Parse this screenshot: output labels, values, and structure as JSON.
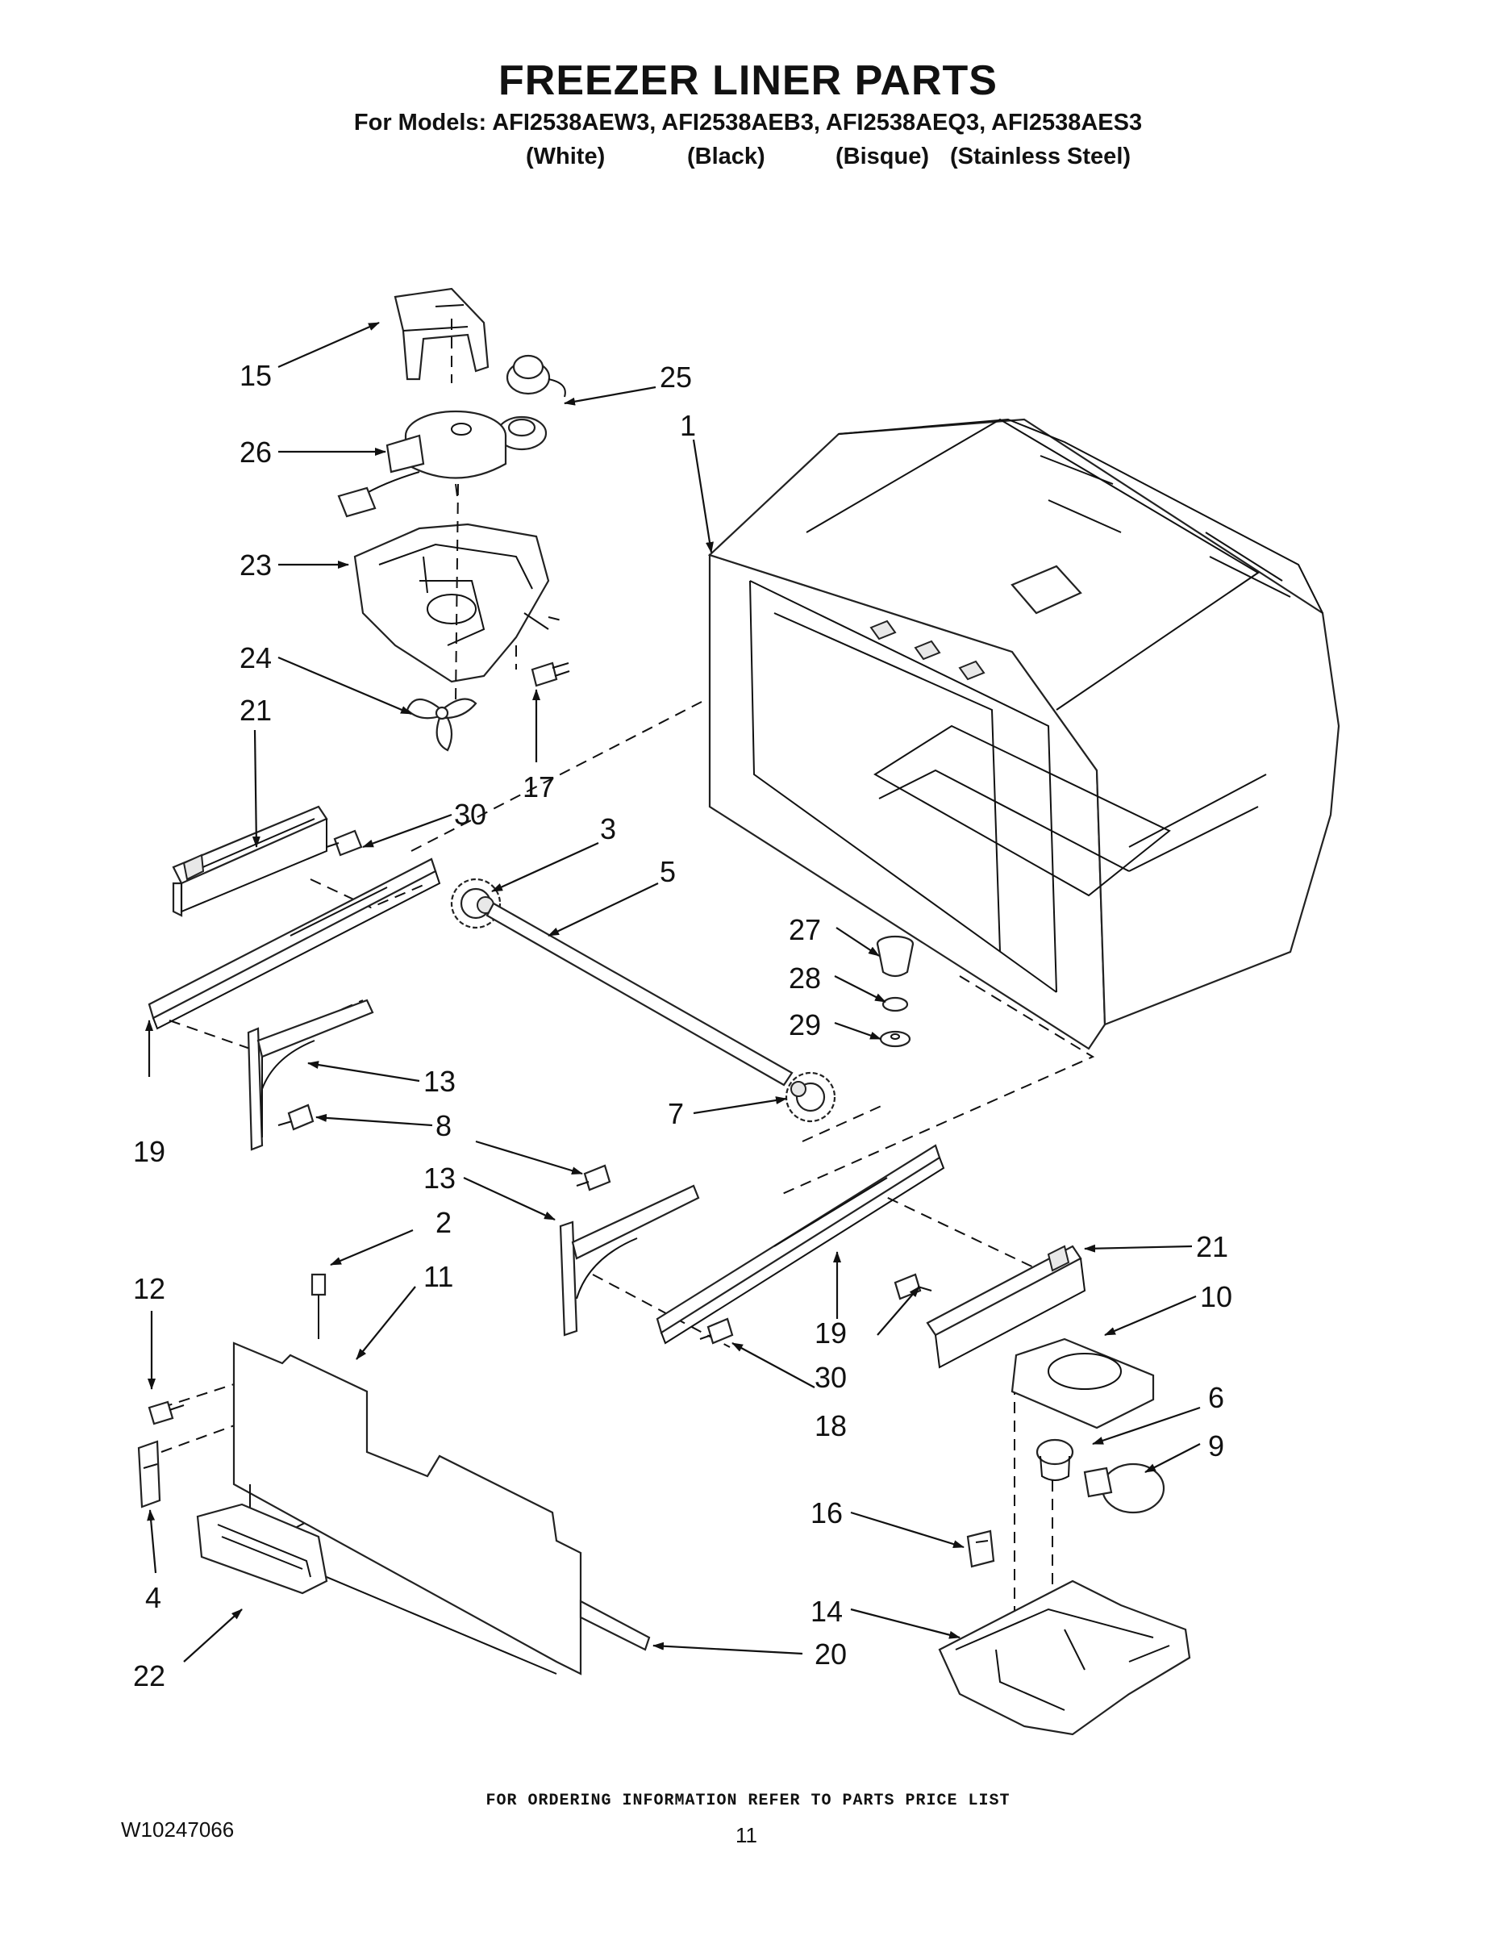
{
  "header": {
    "title": "FREEZER LINER PARTS",
    "models_line": "For Models: AFI2538AEW3, AFI2538AEB3, AFI2538AEQ3, AFI2538AES3",
    "color_white": "(White)",
    "color_black": "(Black)",
    "color_bisque": "(Bisque)",
    "color_stainless": "(Stainless Steel)"
  },
  "callouts": {
    "c1": "1",
    "c2": "2",
    "c3": "3",
    "c4": "4",
    "c5": "5",
    "c6": "6",
    "c7": "7",
    "c8": "8",
    "c9": "9",
    "c10": "10",
    "c11": "11",
    "c12": "12",
    "c13a": "13",
    "c13b": "13",
    "c14": "14",
    "c15": "15",
    "c16": "16",
    "c17": "17",
    "c18": "18",
    "c19a": "19",
    "c19b": "19",
    "c20": "20",
    "c21a": "21",
    "c21b": "21",
    "c22": "22",
    "c23": "23",
    "c24": "24",
    "c25": "25",
    "c26": "26",
    "c27": "27",
    "c28": "28",
    "c29": "29",
    "c30a": "30",
    "c30b": "30"
  },
  "footer": {
    "ordering_note": "FOR ORDERING INFORMATION REFER TO PARTS PRICE LIST",
    "doc_number": "W10247066",
    "page_number": "11"
  }
}
